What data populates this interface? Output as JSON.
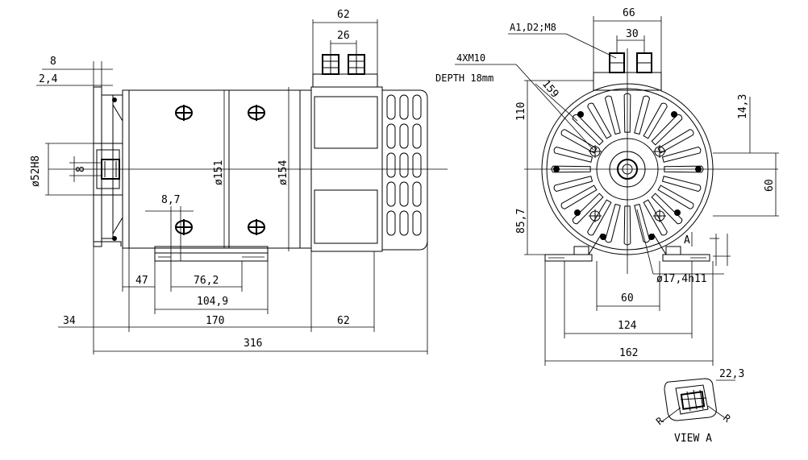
{
  "side_view": {
    "dims": {
      "top_62": "62",
      "top_26": "26",
      "left_8": "8",
      "left_2_4": "2,4",
      "dia_52h8": "ø52H8",
      "key_8": "8",
      "dia_151": "ø151",
      "dia_154": "ø154",
      "d_8_7": "8,7",
      "d_47": "47",
      "d_76_2": "76,2",
      "d_104_9": "104,9",
      "d_34": "34",
      "d_170": "170",
      "d_62": "62",
      "d_316": "316"
    }
  },
  "end_view": {
    "dims": {
      "top_66": "66",
      "top_30": "30",
      "terminals": "A1,D2;M8",
      "thread": "4XM10",
      "depth": "DEPTH 18mm",
      "d_159": "159",
      "d_110": "110",
      "d_14_3": "14,3",
      "d_60_right": "60",
      "d_85_7": "85,7",
      "label_a": "A",
      "shaft": "ø17,4h11",
      "d_60": "60",
      "d_124": "124",
      "d_162": "162"
    }
  },
  "view_a": {
    "d_22_3": "22,3",
    "r_left": "R",
    "r_right": "R",
    "caption": "VIEW A"
  }
}
